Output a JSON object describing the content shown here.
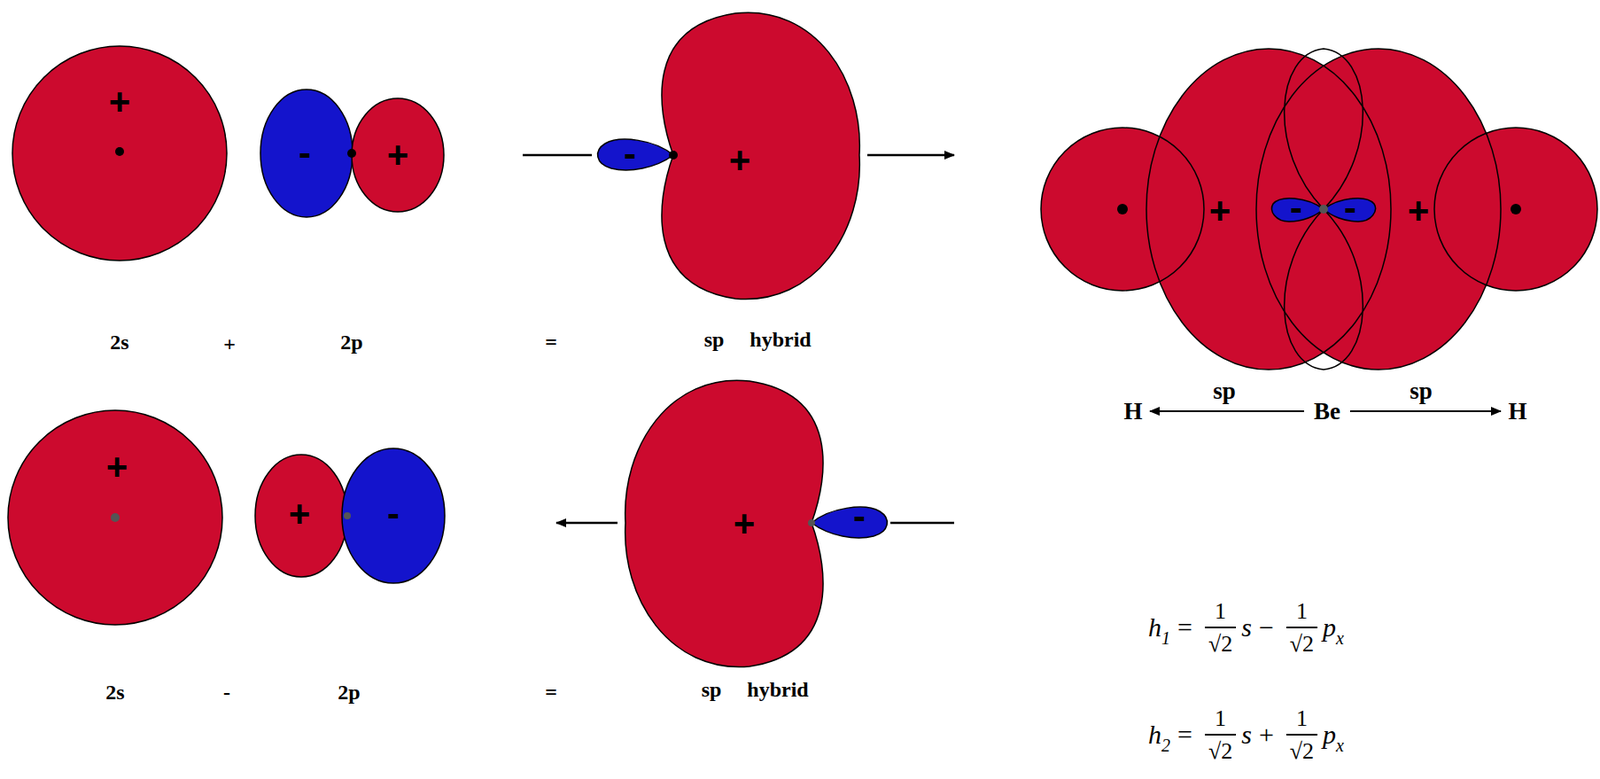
{
  "diagram": {
    "labels": [
      "+",
      "-",
      "+",
      "-",
      "+",
      "2s",
      "+",
      "2p",
      "=",
      "sp",
      "hybrid",
      "+",
      "-",
      "-",
      "+",
      "H",
      "sp",
      "Be",
      "sp",
      "H",
      "+",
      "+",
      "-",
      "+",
      "-",
      "2s",
      "-",
      "2p",
      "=",
      "sp",
      "hybrid",
      "h",
      "1",
      "=",
      "1",
      "√2",
      "s",
      "−",
      "1",
      "√2",
      "p",
      "x",
      "h",
      "2",
      "=",
      "1",
      "√2",
      "s",
      "+",
      "1",
      "√2",
      "p",
      "x"
    ]
  }
}
